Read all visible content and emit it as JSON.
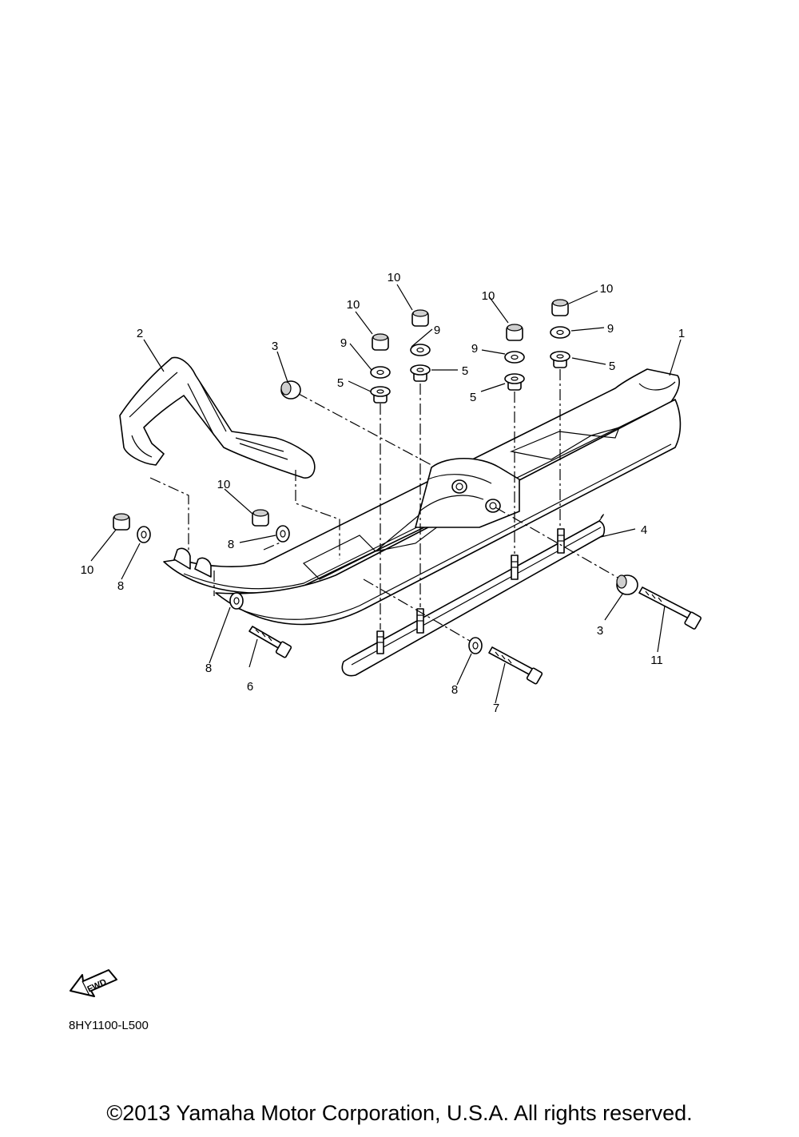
{
  "callouts": [
    "1",
    "2",
    "3",
    "3",
    "4",
    "5",
    "5",
    "5",
    "5",
    "6",
    "7",
    "8",
    "8",
    "8",
    "8",
    "9",
    "9",
    "9",
    "9",
    "10",
    "10",
    "10",
    "10",
    "10",
    "10",
    "11"
  ],
  "fwd_badge": "FWD",
  "drawing_code": "8HY1100-L500",
  "copyright": "©2013 Yamaha Motor Corporation, U.S.A. All rights reserved."
}
